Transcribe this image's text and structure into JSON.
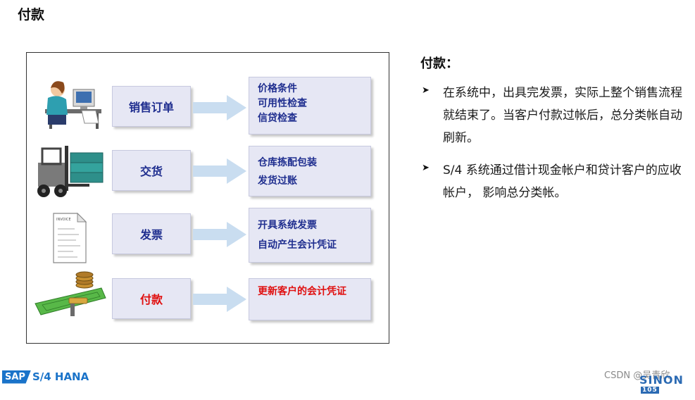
{
  "title": "付款",
  "stages": [
    {
      "step": "销售订单",
      "details": [
        "价格条件",
        "可用性检查",
        "信贷检查"
      ],
      "highlight": false
    },
    {
      "step": "交货",
      "details": [
        "仓库拣配包装",
        "发货过账"
      ],
      "highlight": false
    },
    {
      "step": "发票",
      "details": [
        "开具系统发票",
        "自动产生会计凭证"
      ],
      "highlight": false
    },
    {
      "step": "付款",
      "details": [
        "更新客户的会计凭证"
      ],
      "highlight": true
    }
  ],
  "invoice_label": "INVOICE",
  "panel": {
    "heading": "付款：",
    "bullets": [
      "在系统中，出具完发票，实际上整个销售流程就结束了。当客户付款过帐后，总分类帐自动刷新。",
      "S/4 系统通过借计现金帐户和贷计客户的应收帐户， 影响总分类帐。"
    ]
  },
  "footer": {
    "sap": "SAP",
    "product": "S/4 HANA",
    "watermark": "CSDN @吴青欣",
    "corner_logo": "SINON",
    "corner_badge": "105"
  },
  "colors": {
    "step_text": "#1f2e8f",
    "highlight_text": "#e01010",
    "box_fill": "#e6e7f4",
    "arrow_fill": "#c9ddf0",
    "sap_blue": "#1a73c9"
  }
}
